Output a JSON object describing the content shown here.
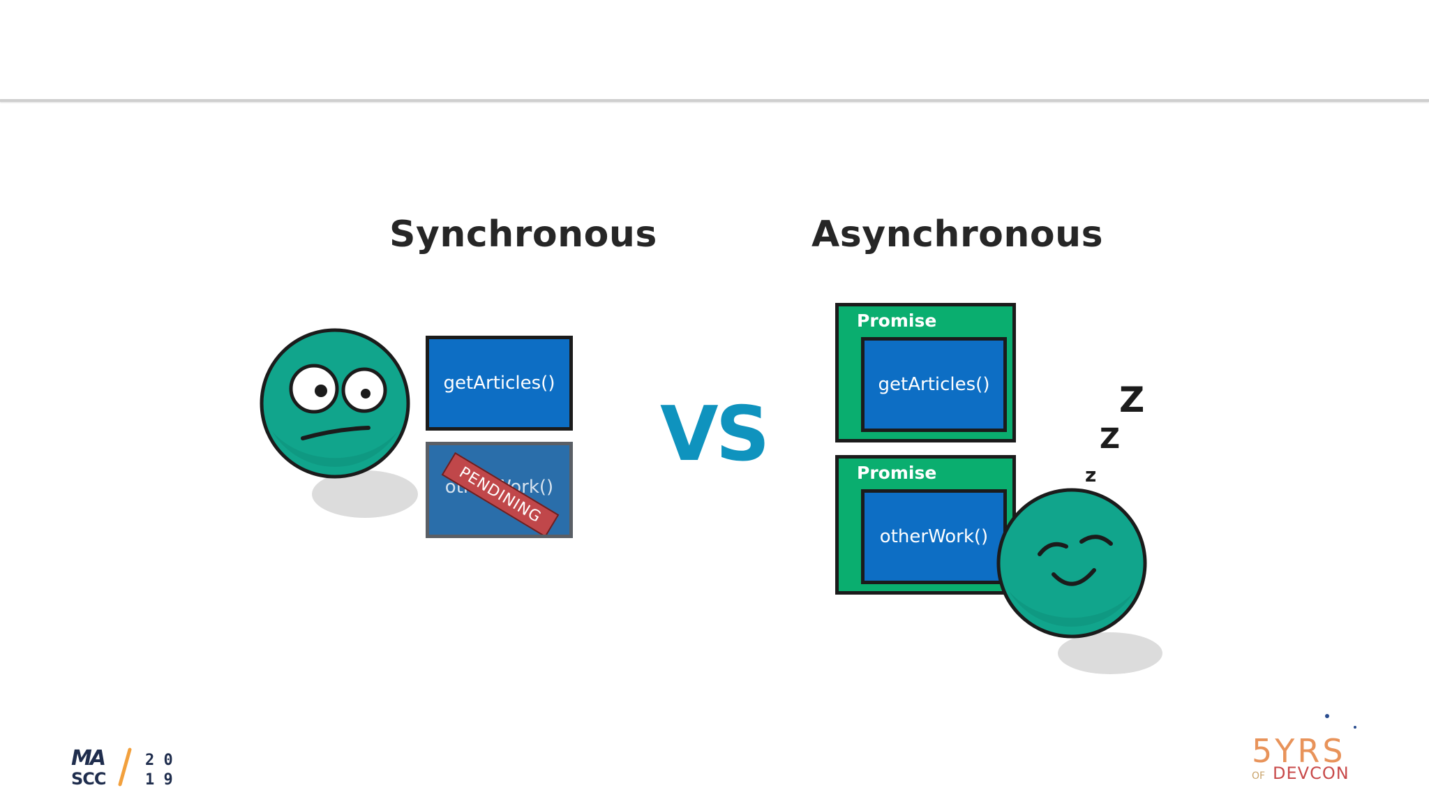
{
  "slide": {
    "sync_title": "Synchronous",
    "async_title": "Asynchronous",
    "vs": "VS",
    "sync": {
      "fn1": "getArticles()",
      "fn2": "otherWork()",
      "stamp": "PENDINING"
    },
    "async": {
      "promise_label": "Promise",
      "fn1": "getArticles()",
      "fn2": "otherWork()",
      "sleep": [
        "Z",
        "Z",
        "z"
      ]
    }
  },
  "footer": {
    "left_logo": {
      "top": "MA",
      "bottom": "SCC",
      "year": [
        "2",
        "0",
        "1",
        "9"
      ]
    },
    "right_logo": {
      "main": "5YRS",
      "prefix": "OF",
      "sub": "DEVCON"
    }
  },
  "colors": {
    "face": "#11a58c",
    "function_box": "#0d6ec4",
    "promise": "#0aae6f",
    "vs": "#0f93be",
    "pending": "#c0474a"
  }
}
